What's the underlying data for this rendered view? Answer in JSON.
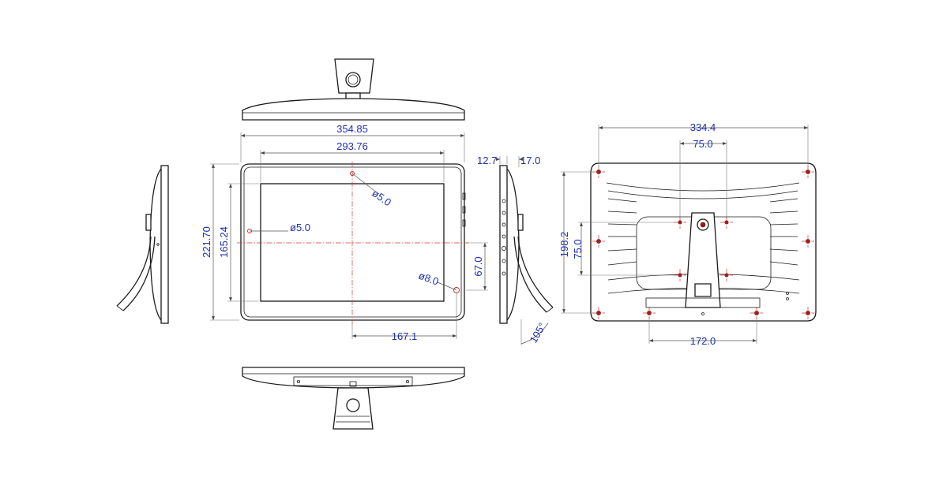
{
  "dimensions": {
    "front_width": "354.85",
    "screen_width": "293.76",
    "front_height": "221.70",
    "screen_height": "165.24",
    "hole_top": "ø5.0",
    "hole_left": "ø5.0",
    "hole_right": "ø8.0",
    "right_offset": "67.0",
    "bottom_offset": "167.1",
    "side_t1": "12.7",
    "side_t2": "17.0",
    "tilt_angle": "105°",
    "back_width": "334.4",
    "back_vesa_w": "75.0",
    "back_height": "198.2",
    "back_vesa_h": "75.0",
    "back_bottom_spacing": "172.0"
  },
  "colors": {
    "dimension_text": "#1f2fb0",
    "outline": "#1a1a1a",
    "centerline": "#d23a3a",
    "hole": "#a01818"
  }
}
